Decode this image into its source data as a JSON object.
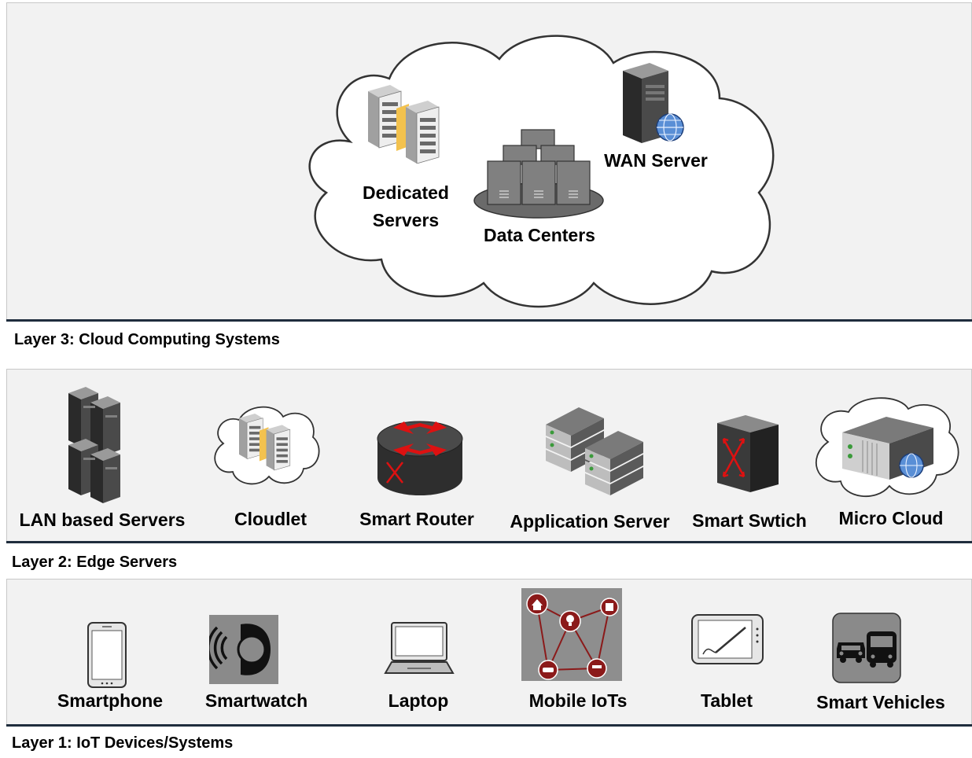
{
  "layer3": {
    "title": "Layer 3: Cloud Computing Systems",
    "items": [
      {
        "label": "Dedicated Servers",
        "line1": "Dedicated",
        "line2": "Servers",
        "icon": "server-rack-icon"
      },
      {
        "label": "Data Centers",
        "icon": "data-center-icon"
      },
      {
        "label": "WAN Server",
        "icon": "wan-server-icon"
      }
    ]
  },
  "layer2": {
    "title": "Layer 2: Edge Servers",
    "items": [
      {
        "label": "LAN based Servers",
        "icon": "server-stack-icon"
      },
      {
        "label": "Cloudlet",
        "icon": "cloudlet-icon"
      },
      {
        "label": "Smart Router",
        "icon": "router-icon"
      },
      {
        "label": "Application Server",
        "icon": "application-server-icon"
      },
      {
        "label": "Smart Swtich",
        "icon": "switch-icon"
      },
      {
        "label": "Micro Cloud",
        "icon": "micro-cloud-icon"
      }
    ]
  },
  "layer1": {
    "title": "Layer 1: IoT Devices/Systems",
    "items": [
      {
        "label": "Smartphone",
        "icon": "smartphone-icon"
      },
      {
        "label": "Smartwatch",
        "icon": "smartwatch-icon"
      },
      {
        "label": "Laptop",
        "icon": "laptop-icon"
      },
      {
        "label": "Mobile IoTs",
        "icon": "iot-network-icon"
      },
      {
        "label": "Tablet",
        "icon": "tablet-icon"
      },
      {
        "label": "Smart Vehicles",
        "icon": "vehicles-icon"
      }
    ]
  },
  "colors": {
    "panel": "#f2f2f2",
    "rule": "#1f2d3d",
    "router_arrows": "#cc1111",
    "iot_node": "#8b1a1a",
    "server_dark": "#3a3a3a"
  }
}
